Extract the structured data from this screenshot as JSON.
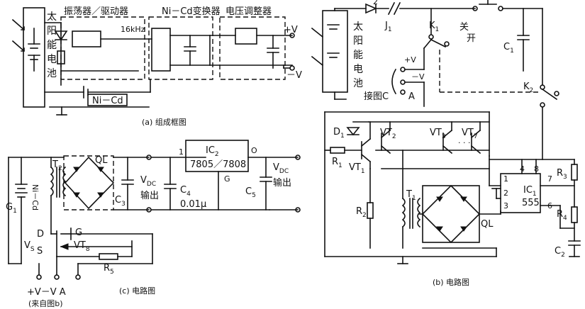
{
  "a": {
    "solar": [
      "太",
      "阳",
      "能",
      "电",
      "池"
    ],
    "osc": "振荡器／驱动器",
    "conv": "Ni－Cd变换器",
    "reg": "电压调整器",
    "freq": "16kHz",
    "nicd": "Ni－Cd",
    "vplus": "+V",
    "vminus": "－V",
    "caption": "(a) 组成框图"
  },
  "b": {
    "solar": [
      "太",
      "阳",
      "能",
      "电",
      "池"
    ],
    "j1": "J",
    "j1sub": "1",
    "two": "2",
    "k1": "K",
    "k1sub": "1",
    "guan": "关",
    "kai": "开",
    "c1": "C",
    "c1sub": "1",
    "k2": "K",
    "k2sub": "2",
    "vplus": "+V",
    "vminus": "－V",
    "a": "A",
    "jie": "接图C",
    "d1": "D",
    "d1sub": "1",
    "vt2": "VT",
    "vt2sub": "2",
    "vt3": "VT",
    "vt3sub": "3",
    "vt7": "VT",
    "vt7sub": "7",
    "r1": "R",
    "r1sub": "1",
    "vt1": "VT",
    "vt1sub": "1",
    "r2": "R",
    "r2sub": "2",
    "t1": "T",
    "t1sub": "1",
    "ql": "QL",
    "ic1": "IC",
    "ic1sub": "1",
    "ic555": "555",
    "p1": "1",
    "p4": "4",
    "p8": "8",
    "p7": "7",
    "p2": "2",
    "p3": "3",
    "p6": "6",
    "r3": "R",
    "r3sub": "3",
    "r4": "R",
    "r4sub": "4",
    "c2": "C",
    "c2sub": "2",
    "caption": "(b) 电路图"
  },
  "c": {
    "g1": "G",
    "g1sub": "1",
    "nicd": "Ni－Cd",
    "t2": "T",
    "t2sub": "2",
    "ql": "QL",
    "c3": "C",
    "c3sub": "3",
    "vdc": "V",
    "vdcsub": "DC",
    "out": "输出",
    "c4": "C",
    "c4sub": "4",
    "c4val": "0.01μ",
    "ic2": "IC",
    "ic2sub": "2",
    "ic2name": "7805／7808",
    "pin1": "1",
    "pinO": "O",
    "pinG": "G",
    "c5": "C",
    "c5sub": "5",
    "vdc2": "V",
    "vdc2sub": "DC",
    "out2": "输出",
    "d": "D",
    "g": "G",
    "s": "S",
    "vs": "V",
    "vssub": "S",
    "vt8": "VT",
    "vt8sub": "8",
    "r5": "R",
    "r5sub": "5",
    "terms": "+V－V  A",
    "from": "(来自图b)",
    "caption": "(c) 电路图"
  }
}
